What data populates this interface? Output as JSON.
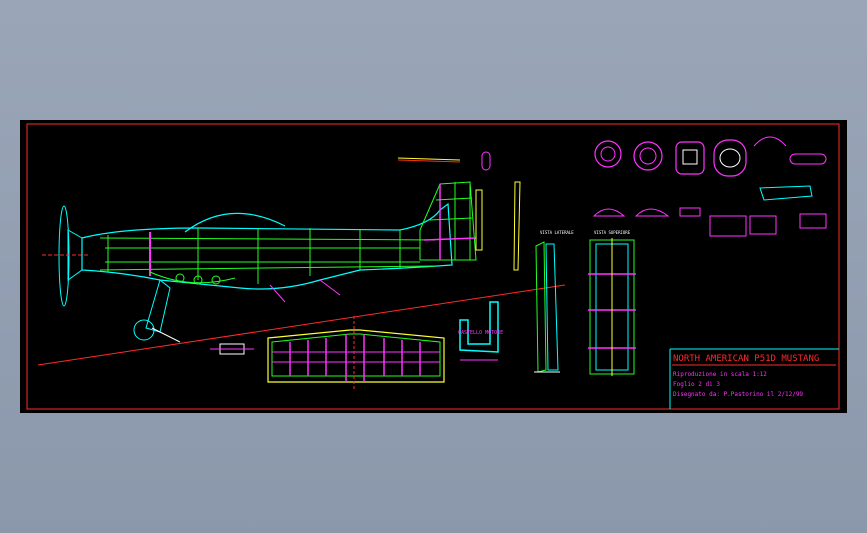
{
  "title_block": {
    "title": "NORTH AMERICAN P51D MUSTANG",
    "line1": "Riproduzione in scala 1:12",
    "line2": "Foglio 2 di 3",
    "line3": "Disegnato da: P.Pastorino il 2/12/99"
  },
  "labels": {
    "view_side": "VISTA LATERALE",
    "view_top": "VISTA SUPERIORE",
    "section": "CASTELLO MOTORE"
  },
  "colors": {
    "background": "#000000",
    "border": "#ff2a2a",
    "frame": "#00ffff",
    "green": "#22ff22",
    "magenta": "#ff33ff",
    "yellow": "#ffff33",
    "cyan": "#00ffff",
    "red": "#ff2a2a",
    "white": "#ffffff"
  }
}
